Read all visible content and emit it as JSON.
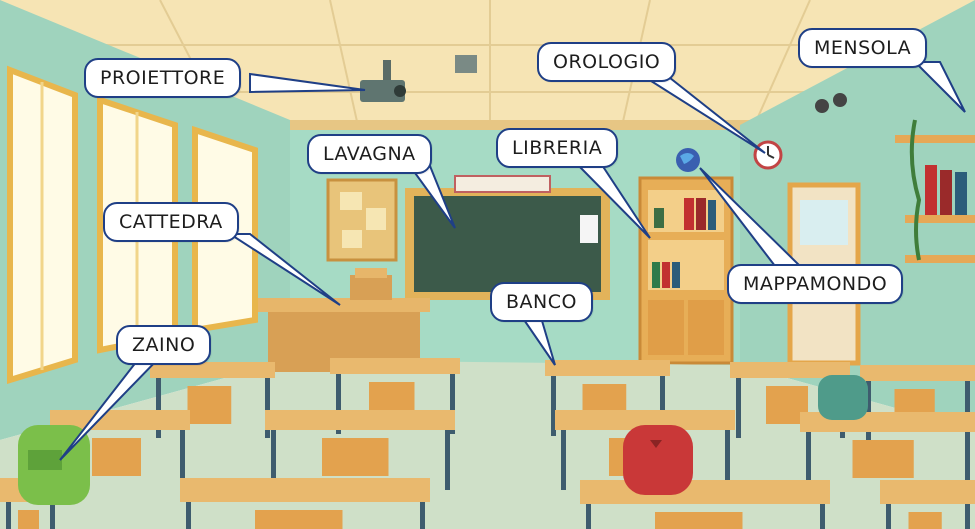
{
  "labels": {
    "proiettore": "PROIETTORE",
    "orologio": "OROLOGIO",
    "mensola": "MENSOLA",
    "lavagna": "LAVAGNA",
    "libreria": "LIBRERIA",
    "cattedra": "CATTEDRA",
    "mappamondo": "MAPPAMONDO",
    "banco": "BANCO",
    "zaino": "ZAINO"
  },
  "colors": {
    "wall": "#9fd8c2",
    "ceiling": "#f7e6b8",
    "floor": "#cfe0c8",
    "desk_top": "#e9b96e",
    "desk_leg": "#3e5c6e",
    "label_border": "#1f3f86",
    "chalkboard": "#3c5a4a"
  }
}
